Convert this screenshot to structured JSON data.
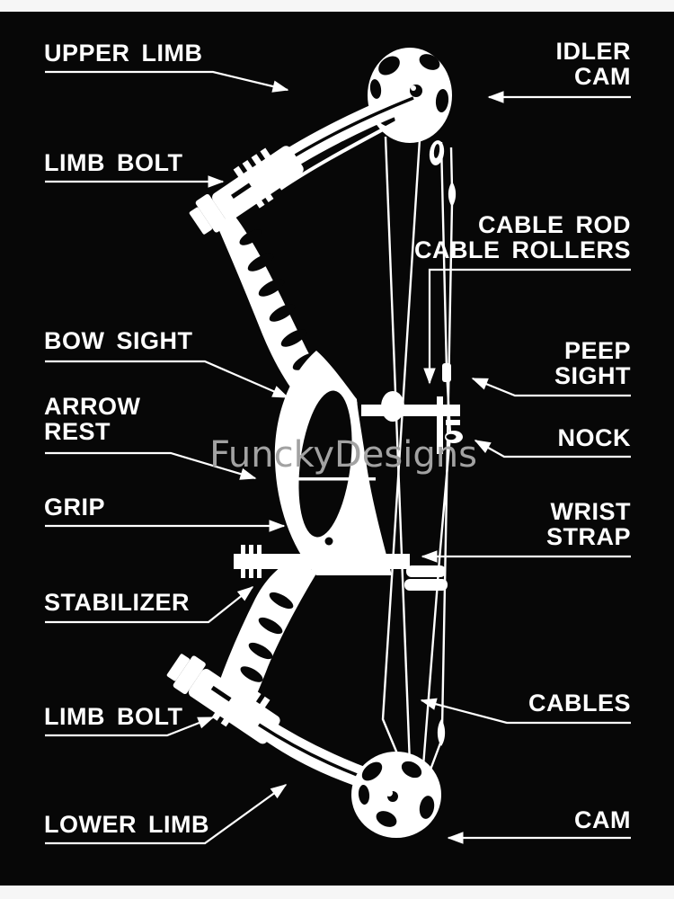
{
  "page": {
    "background_border": "#f6f6f6",
    "canvas_color": "#070707",
    "ink_color": "#ffffff",
    "watermark_color": "#a2a2a2"
  },
  "watermark": {
    "text": "FunckyDesigns"
  },
  "subject": "Compound bow parts diagram",
  "labels": {
    "left": [
      {
        "id": "upper-limb",
        "text": "UPPER LIMB"
      },
      {
        "id": "limb-bolt-upper",
        "text": "LIMB BOLT"
      },
      {
        "id": "bow-sight",
        "text": "BOW SIGHT"
      },
      {
        "id": "arrow-rest",
        "text": "ARROW\nREST"
      },
      {
        "id": "grip",
        "text": "GRIP"
      },
      {
        "id": "stabilizer",
        "text": "STABILIZER"
      },
      {
        "id": "limb-bolt-lower",
        "text": "LIMB BOLT"
      },
      {
        "id": "lower-limb",
        "text": "LOWER LIMB"
      }
    ],
    "right": [
      {
        "id": "idler-cam",
        "text": "IDLER\nCAM"
      },
      {
        "id": "cable-rod",
        "text": "CABLE ROD\nCABLE ROLLERS"
      },
      {
        "id": "peep-sight",
        "text": "PEEP\nSIGHT"
      },
      {
        "id": "nock",
        "text": "NOCK"
      },
      {
        "id": "wrist-strap",
        "text": "WRIST\nSTRAP"
      },
      {
        "id": "cables",
        "text": "CABLES"
      },
      {
        "id": "cam",
        "text": "CAM"
      }
    ]
  }
}
